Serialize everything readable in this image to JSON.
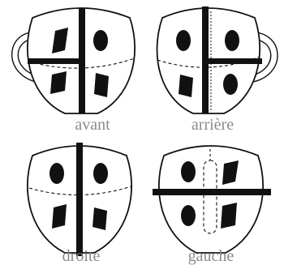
{
  "labels": {
    "front": "avant",
    "back": "arrière",
    "right": "droite",
    "left": "gauche"
  },
  "colors": {
    "ink": "#111111",
    "label": "#8a8a8a",
    "background": "#ffffff"
  }
}
